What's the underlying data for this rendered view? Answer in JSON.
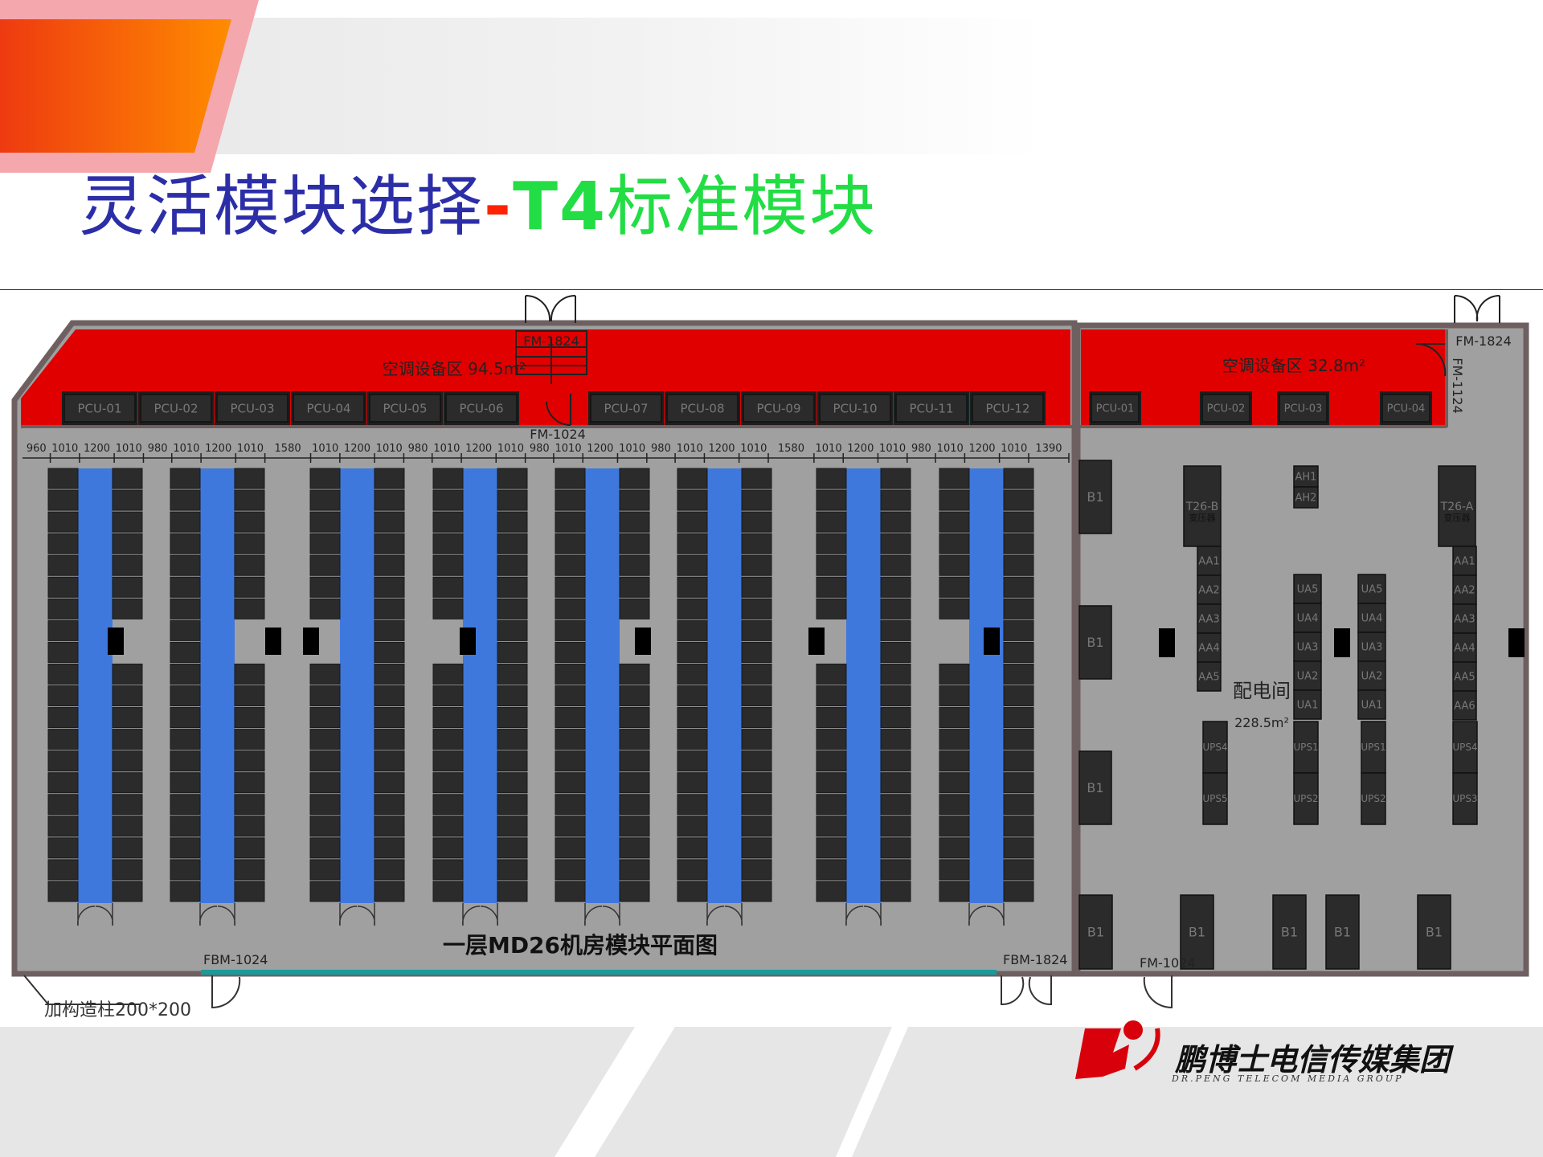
{
  "slide": {
    "title_part1": "灵活模块选择",
    "title_dash": "-",
    "title_t4": "T4",
    "title_part2": "标准模块"
  },
  "colors": {
    "ac_zone": "#e00000",
    "floor": "#a0a0a0",
    "rack": "#2b2b2b",
    "cold_aisle": "#3f78dc",
    "wall": "#6e6060",
    "title_blue": "#2c2ea8",
    "title_green": "#22dd44",
    "glass_wall": "#1a9a9a"
  },
  "plan": {
    "caption": "一层MD26机房模块平面图",
    "left_ac_zone": {
      "label": "空调设备区 94.5m²",
      "units": [
        "PCU-01",
        "PCU-02",
        "PCU-03",
        "PCU-04",
        "PCU-05",
        "PCU-06",
        "PCU-07",
        "PCU-08",
        "PCU-09",
        "PCU-10",
        "PCU-11",
        "PCU-12"
      ]
    },
    "right_ac_zone": {
      "label": "空调设备区 32.8m²",
      "units": [
        "PCU-01",
        "PCU-02",
        "PCU-03",
        "PCU-04"
      ]
    },
    "dimensions": [
      "960",
      "1010",
      "1200",
      "1010",
      "980",
      "1010",
      "1200",
      "1010",
      "1580",
      "1010",
      "1200",
      "1010",
      "980",
      "1010",
      "1200",
      "1010",
      "980",
      "1010",
      "1200",
      "1010",
      "980",
      "1010",
      "1200",
      "1010",
      "1580",
      "1010",
      "1200",
      "1010",
      "980",
      "1010",
      "1200",
      "1010",
      "1390"
    ],
    "rack_modules": 8,
    "racks_per_column": 20,
    "doors": {
      "top_stair": "FM-1824",
      "ac_inner": "FM-1024",
      "top_right": "FM-1824",
      "right_side": "FM-1124",
      "bottom_left": "FBM-1024",
      "bottom_mid": "FBM-1824",
      "power_room": "FM-1024"
    },
    "column_note": "加构造柱200*200",
    "power_room": {
      "name": "配电间",
      "area": "228.5m²",
      "b1": "B1",
      "t26b": "T26-B",
      "t26a": "T26-A",
      "transformer_note": "变压器",
      "ah": [
        "AH1",
        "AH2"
      ],
      "aa_left": [
        "AA1",
        "AA2",
        "AA3",
        "AA4",
        "AA5"
      ],
      "aa_right": [
        "AA1",
        "AA2",
        "AA3",
        "AA4",
        "AA5",
        "AA6"
      ],
      "ua": [
        "UA5",
        "UA4",
        "UA3",
        "UA2",
        "UA1"
      ],
      "ups_a": [
        "UPS4",
        "UPS5"
      ],
      "ups_b": [
        "UPS1",
        "UPS2"
      ],
      "ups_c": [
        "UPS1",
        "UPS2"
      ],
      "ups_d": [
        "UPS4",
        "UPS3"
      ]
    }
  },
  "logo": {
    "cn": "鹏博士电信传媒集团",
    "en": "DR.PENG TELECOM MEDIA GROUP"
  }
}
